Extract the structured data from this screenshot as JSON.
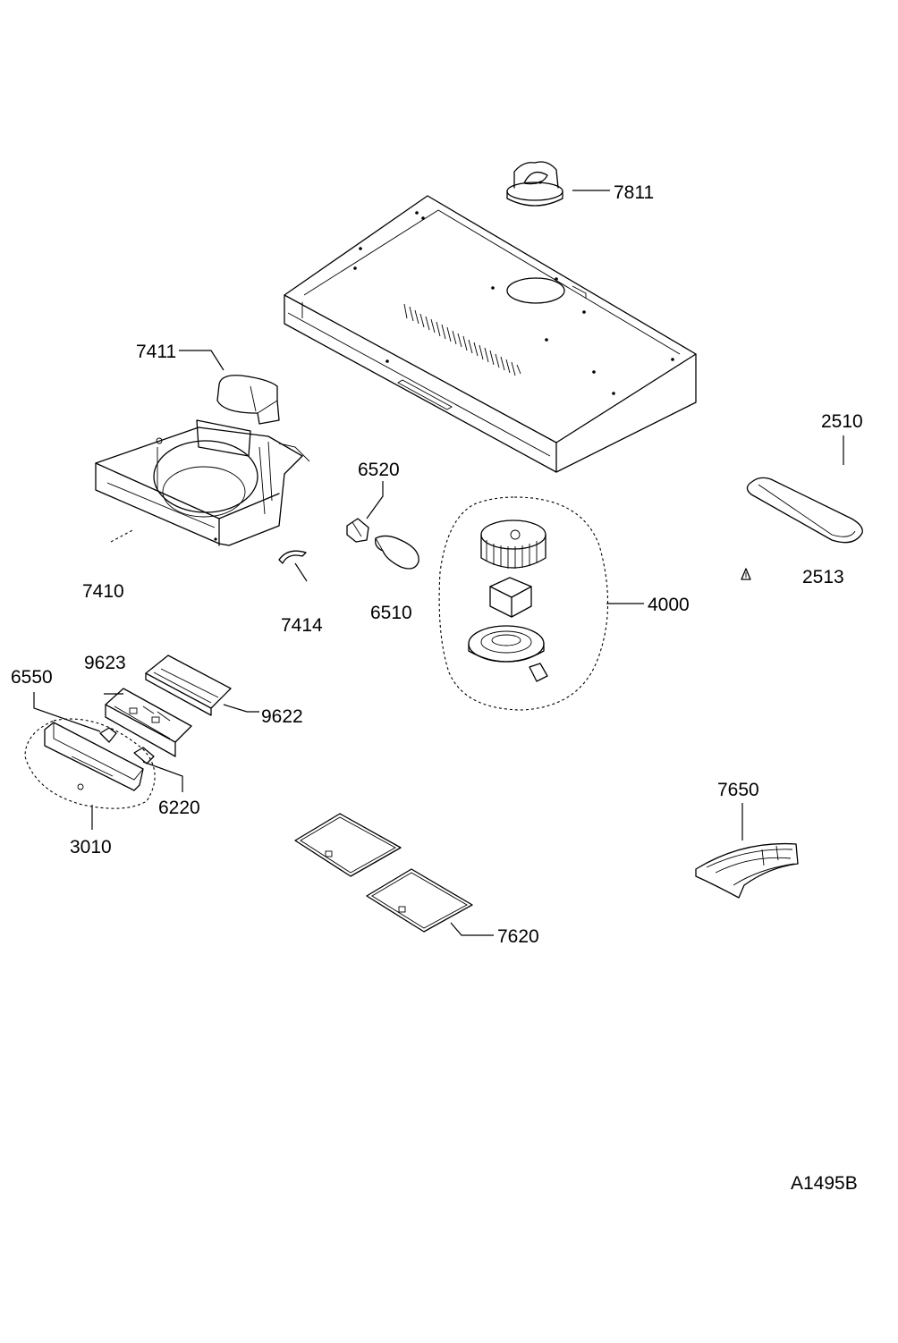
{
  "drawing_id": "A1495B",
  "labels": {
    "p7811": "7811",
    "p7411": "7411",
    "p7410": "7410",
    "p7414": "7414",
    "p6520": "6520",
    "p6510": "6510",
    "p4000": "4000",
    "p2510": "2510",
    "p2513": "2513",
    "p9623": "9623",
    "p6550": "6550",
    "p9622": "9622",
    "p6220": "6220",
    "p3010": "3010",
    "p7650": "7650",
    "p7620": "7620"
  }
}
